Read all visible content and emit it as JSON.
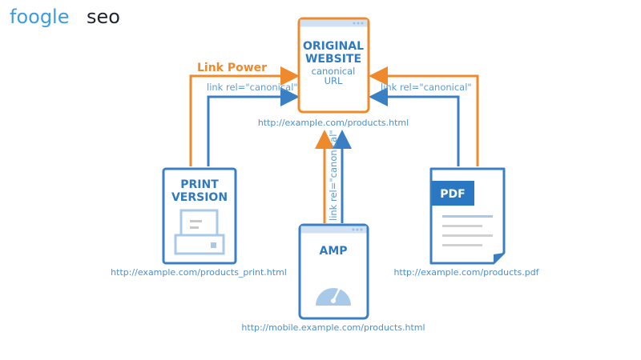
{
  "logo": {
    "text_part1": "foogle",
    "text_part2": "seo"
  },
  "colors": {
    "blue": "#3a7fc4",
    "orange": "#ef8a2c",
    "light_blue": "#a9c9e8"
  },
  "original": {
    "title1": "ORIGINAL",
    "title2": "WEBSITE",
    "sub1": "canonical",
    "sub2": "URL",
    "url": "http://example.com/products.html"
  },
  "link_power": "Link Power",
  "rel_left": "link rel=\"canonical\"",
  "rel_right": "link rel=\"canonical\"",
  "rel_middle": "link rel=\"canonical\"",
  "print": {
    "title1": "PRINT",
    "title2": "VERSION",
    "url": "http://example.com/products_print.html",
    "icon": "printer-icon"
  },
  "amp": {
    "title": "AMP",
    "url": "http://mobile.example.com/products.html",
    "icon": "speedometer-icon"
  },
  "pdf": {
    "title": "PDF",
    "url": "http://example.com/products.pdf",
    "icon": "document-icon"
  }
}
